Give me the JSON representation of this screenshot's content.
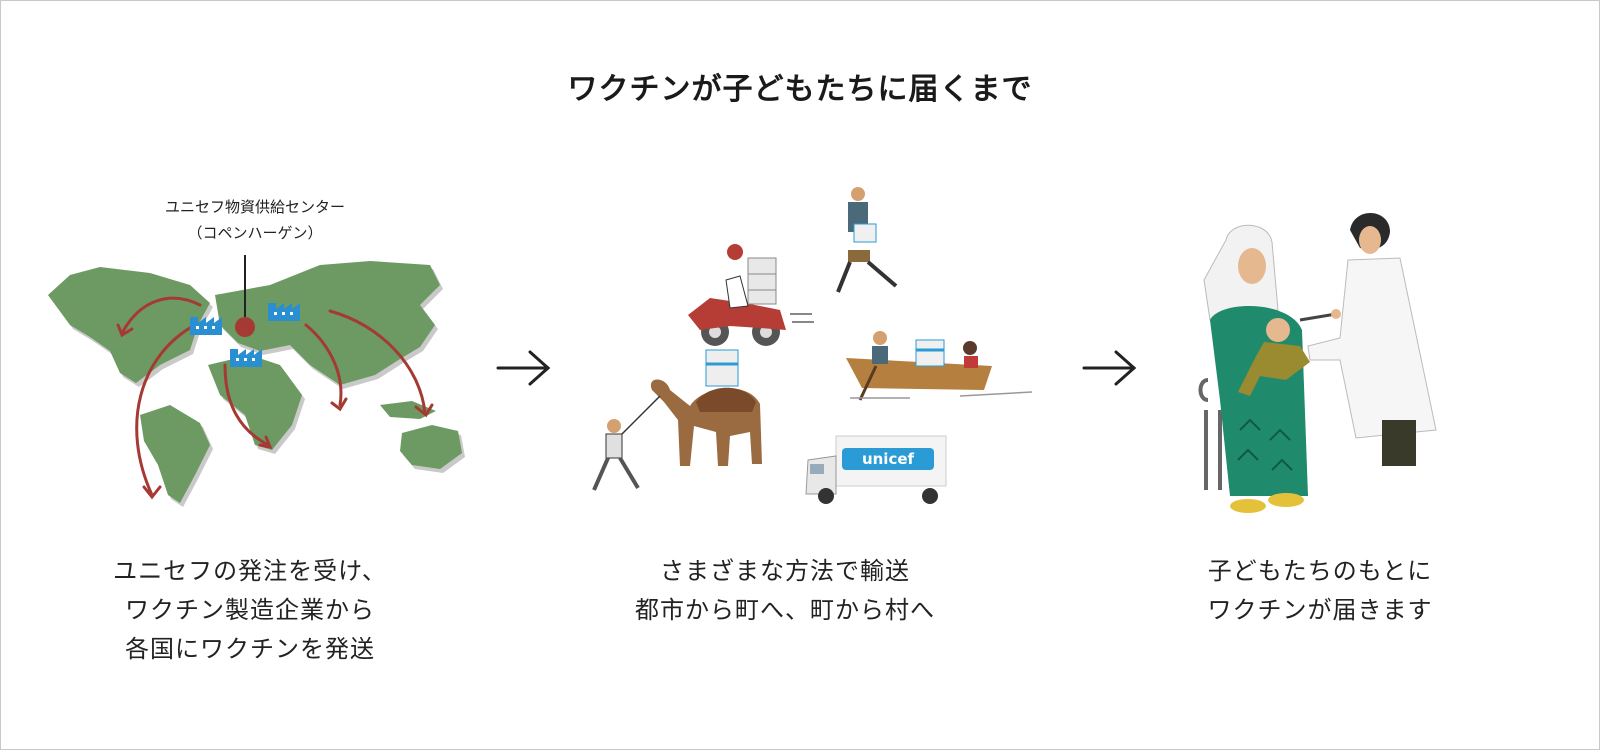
{
  "title": "ワクチンが子どもたちに届くまで",
  "steps": [
    {
      "lines": [
        "ユニセフの発注を受け、",
        "ワクチン製造企業から",
        "各国にワクチンを発送"
      ],
      "callout": [
        "ユニセフ物資供給センター",
        "（コペンハーゲン）"
      ]
    },
    {
      "lines": [
        "さまざまな方法で輸送",
        "都市から町へ、町から村へ"
      ],
      "truck_logo": "unicef"
    },
    {
      "lines": [
        "子どもたちのもとに",
        "ワクチンが届きます"
      ]
    }
  ],
  "colors": {
    "map_green": "#6c9a62",
    "map_shadow": "#c9c9c9",
    "route_red": "#a53a35",
    "factory_blue": "#2a8fd0",
    "unicef_blue": "#2a9bd4",
    "dress_green": "#1f8a6c"
  }
}
